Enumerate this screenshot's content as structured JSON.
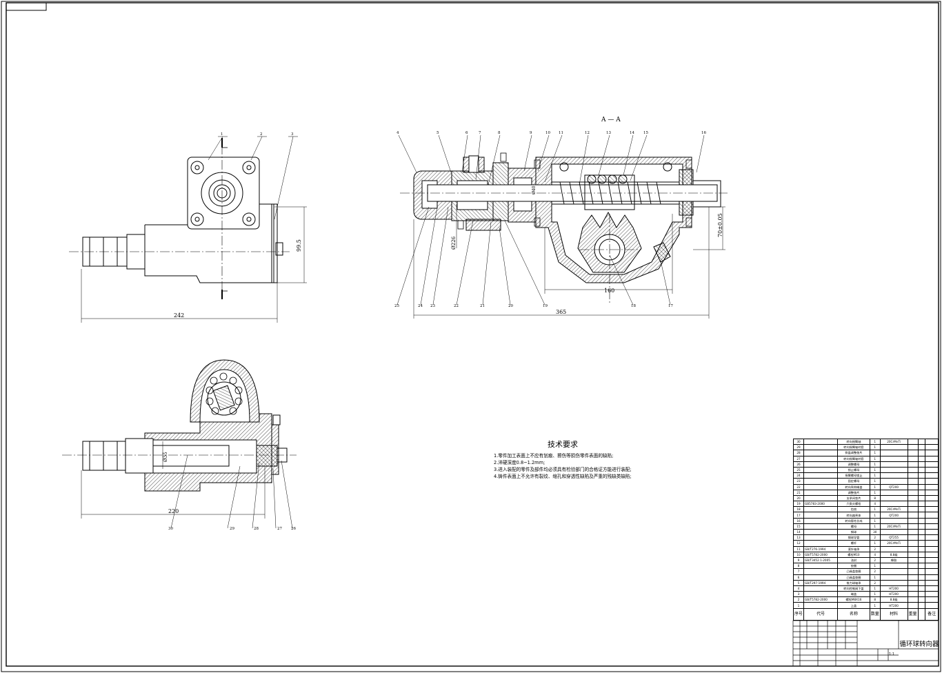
{
  "drawing": {
    "title": "循环球转向器",
    "section_label": "A — A",
    "scale": "1:1",
    "dimensions": {
      "top_left_width": "242",
      "top_left_height": "99.5",
      "bottom_left_width": "220",
      "bottom_left_dia": "Ø35",
      "section_width": "365",
      "section_160": "160",
      "section_height": "70±0.05",
      "section_dia": "Ø226",
      "section_dia2": "Ø40"
    },
    "balloons_top": [
      "1",
      "2",
      "3"
    ],
    "balloons_section_top": [
      "4",
      "5",
      "6",
      "7",
      "8",
      "9",
      "10",
      "11",
      "12",
      "13",
      "14",
      "15",
      "16"
    ],
    "balloons_section_bottom": [
      "25",
      "24",
      "23",
      "22",
      "21",
      "20",
      "19",
      "18",
      "17"
    ],
    "balloons_bottom_view": [
      "30",
      "29",
      "28",
      "27",
      "26"
    ]
  },
  "technical_requirements": {
    "title": "技术要求",
    "items": [
      "1.零件加工表面上不应有划痕、擦伤等损伤零件表面的缺陷;",
      "2.淬硬深度0.8~1.2mm;",
      "3.进入装配的零件及部件均必须具有检验部门的合格证方能进行装配;",
      "4.铸件表面上不允许有裂纹、缩孔和穿透性缺陷及严重的残缺类缺陷;"
    ]
  },
  "bom": {
    "header": {
      "no": "序号",
      "code": "代号",
      "name": "名称",
      "qty": "数量",
      "material": "材料",
      "weight": "重量",
      "remark": "备注"
    },
    "rows": [
      {
        "no": "30",
        "code": "",
        "name": "转向摇臂轴",
        "qty": "1",
        "material": "20CrMnTi"
      },
      {
        "no": "29",
        "code": "",
        "name": "转向摇臂轴衬套",
        "qty": "1",
        "material": ""
      },
      {
        "no": "28",
        "code": "",
        "name": "侧盖调整垫片",
        "qty": "1",
        "material": ""
      },
      {
        "no": "27",
        "code": "",
        "name": "转向摇臂轴衬套",
        "qty": "1",
        "material": ""
      },
      {
        "no": "26",
        "code": "",
        "name": "调整螺母",
        "qty": "1",
        "material": ""
      },
      {
        "no": "25",
        "code": "",
        "name": "锁止螺母",
        "qty": "1",
        "material": ""
      },
      {
        "no": "24",
        "code": "",
        "name": "摇臂螺母锁止",
        "qty": "1",
        "material": ""
      },
      {
        "no": "23",
        "code": "",
        "name": "固定螺母",
        "qty": "1",
        "material": ""
      },
      {
        "no": "22",
        "code": "",
        "name": "转向壳侧端盖",
        "qty": "1",
        "material": "QT200"
      },
      {
        "no": "21",
        "code": "",
        "name": "调整垫片",
        "qty": "1",
        "material": ""
      },
      {
        "no": "20",
        "code": "",
        "name": "支承间垫片",
        "qty": "8",
        "material": ""
      },
      {
        "no": "19",
        "code": "GB5783-2000",
        "name": "六角头螺栓",
        "qty": "4",
        "material": ""
      },
      {
        "no": "18",
        "code": "",
        "name": "齿扇",
        "qty": "1",
        "material": "20CrMnTi"
      },
      {
        "no": "17",
        "code": "",
        "name": "转向器壳体",
        "qty": "1",
        "material": "QT200"
      },
      {
        "no": "16",
        "code": "",
        "name": "转向管柱总成",
        "qty": "1",
        "material": ""
      },
      {
        "no": "15",
        "code": "",
        "name": "螺母",
        "qty": "1",
        "material": "20CrMnTi"
      },
      {
        "no": "14",
        "code": "",
        "name": "钢球",
        "qty": "30",
        "material": ""
      },
      {
        "no": "13",
        "code": "",
        "name": "钢球导管",
        "qty": "2",
        "material": "QT255"
      },
      {
        "no": "12",
        "code": "",
        "name": "螺杆",
        "qty": "1",
        "material": "20CrMnTi"
      },
      {
        "no": "11",
        "code": "GB/T276-1994",
        "name": "滚针轴承",
        "qty": "2",
        "material": ""
      },
      {
        "no": "10",
        "code": "GB/T5782-2000",
        "name": "螺栓M10",
        "qty": "4",
        "material": "8.8级"
      },
      {
        "no": "9",
        "code": "GB/T3452.1-2005",
        "name": "油封",
        "qty": "2",
        "material": "橡胶"
      },
      {
        "no": "8",
        "code": "",
        "name": "垫圈",
        "qty": "1",
        "material": ""
      },
      {
        "no": "7",
        "code": "",
        "name": "凸缘盖垫圈",
        "qty": "2",
        "material": ""
      },
      {
        "no": "6",
        "code": "",
        "name": "凸缘盖垫圈",
        "qty": "1",
        "material": ""
      },
      {
        "no": "5",
        "code": "GB/T297-1994",
        "name": "推力球轴承",
        "qty": "2",
        "material": ""
      },
      {
        "no": "4",
        "code": "",
        "name": "转向控制阀下盖",
        "qty": "1",
        "material": "HT200"
      },
      {
        "no": "3",
        "code": "",
        "name": "端盖",
        "qty": "1",
        "material": "HT200"
      },
      {
        "no": "2",
        "code": "GB/T5782-2000",
        "name": "螺栓M8X16",
        "qty": "8",
        "material": "8.8级"
      },
      {
        "no": "1",
        "code": "",
        "name": "上盖",
        "qty": "1",
        "material": "HT200"
      }
    ]
  }
}
